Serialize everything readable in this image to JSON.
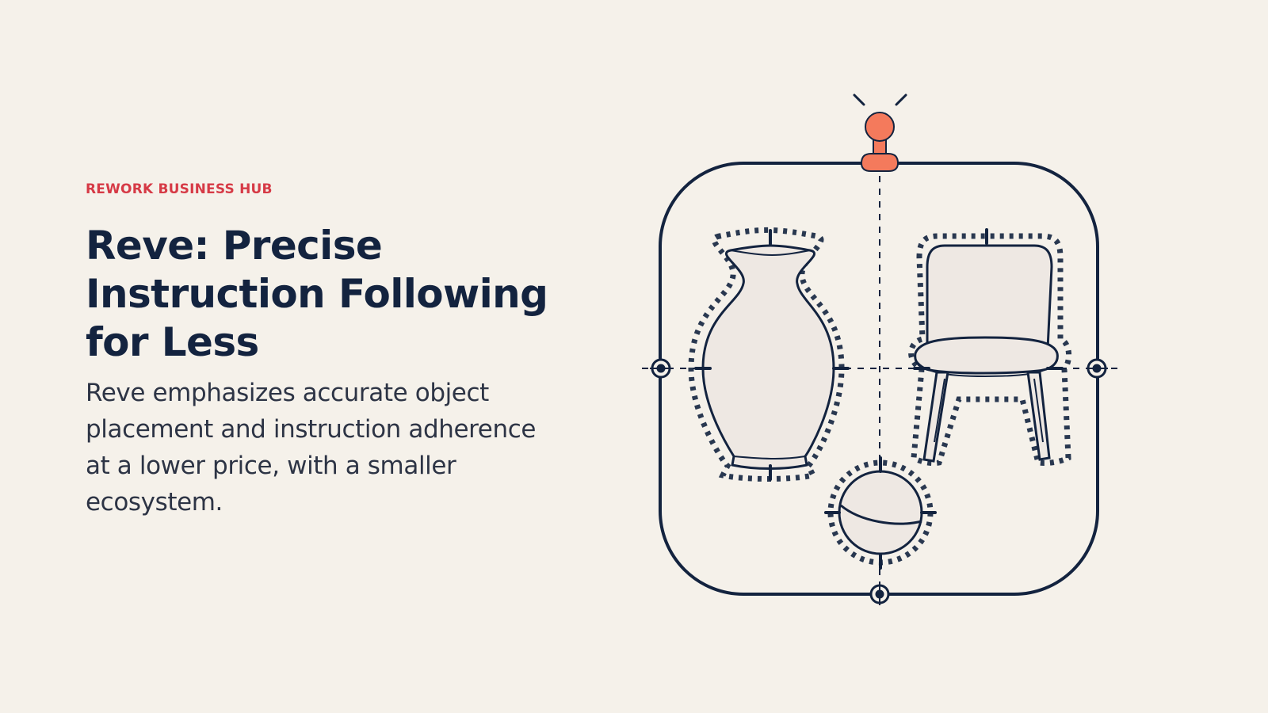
{
  "slide": {
    "eyebrow": "REWORK BUSINESS HUB",
    "title": "Reve: Precise Instruction Following for Less",
    "subtitle": "Reve emphasizes accurate object placement and instruction adherence at a lower price, with a smaller ecosystem."
  },
  "illustration": {
    "objects": [
      "vase-icon",
      "chair-icon",
      "ball-icon",
      "pin-icon",
      "crosshair-icon"
    ]
  },
  "colors": {
    "background": "#F5F1EA",
    "eyebrow": "#D63A46",
    "title": "#13233F",
    "body": "#2D3445",
    "line": "#13233F",
    "accent": "#F47A5C",
    "fill": "#EEE8E3"
  }
}
